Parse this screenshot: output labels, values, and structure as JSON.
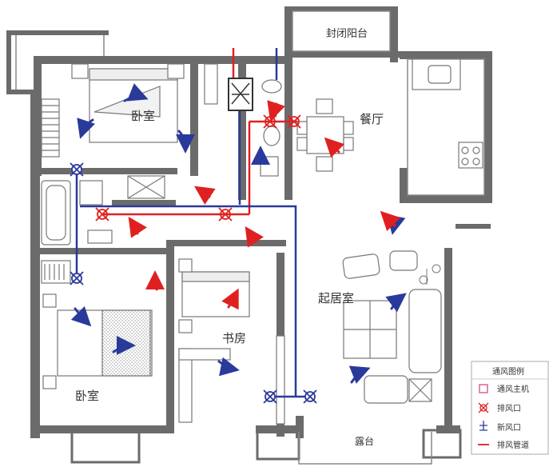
{
  "rooms": {
    "bedroom_top": "卧室",
    "bedroom_bottom": "卧室",
    "dining": "餐厅",
    "living": "起居室",
    "study": "书房",
    "enclosed_balcony": "封闭阳台",
    "terrace": "露台"
  },
  "legend": {
    "title": "通风图例",
    "items": [
      {
        "label": "通风主机",
        "icon": "square-outline-icon"
      },
      {
        "label": "排风口",
        "icon": "exhaust-x-icon"
      },
      {
        "label": "新风口",
        "icon": "fresh-air-icon"
      },
      {
        "label": "排风管道",
        "icon": "red-line-icon"
      }
    ]
  },
  "colors": {
    "wall": "#6b6b6b",
    "exhaust": "#e02020",
    "fresh": "#2a3a9a",
    "furniture": "#777777"
  }
}
